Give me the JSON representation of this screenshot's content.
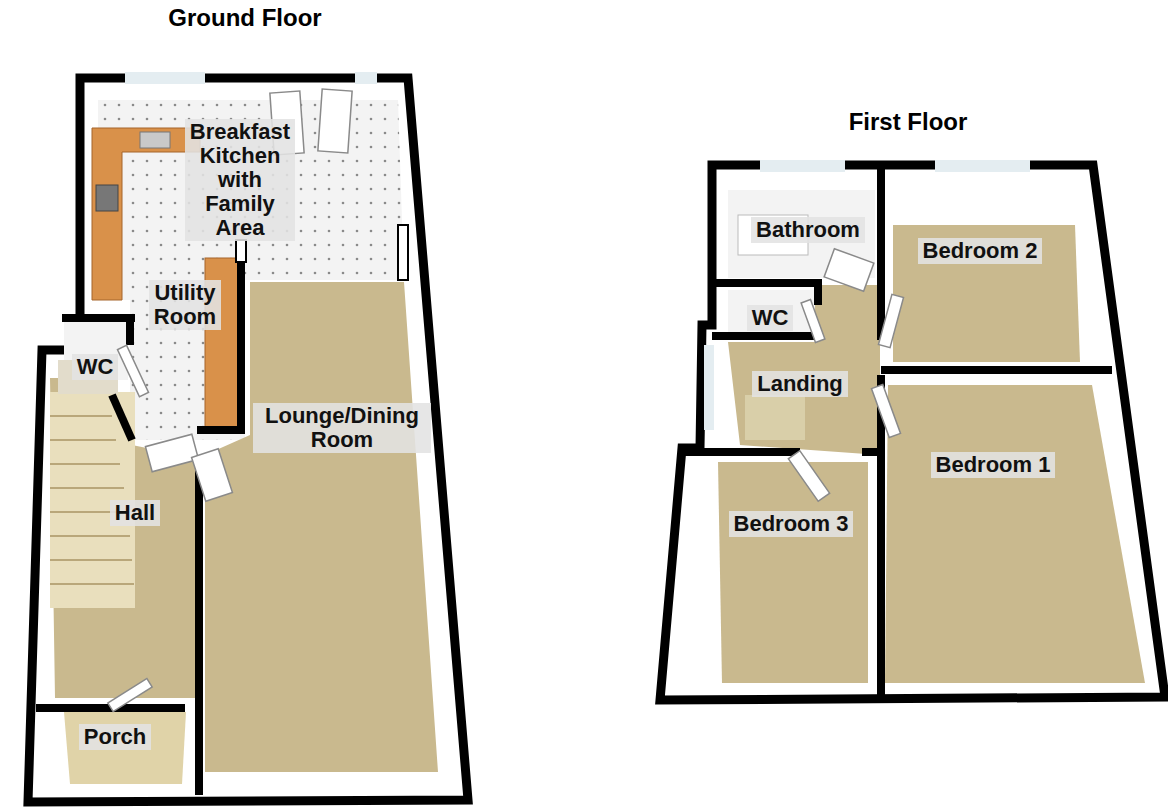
{
  "diagram": {
    "nodes": [
      {
        "text": [
          "Breakfast Kitchen with Family Area"
        ]
      },
      {
        "text": [
          "Utility Room"
        ]
      },
      {
        "text": [
          "WC"
        ]
      },
      {
        "text": [
          "Lounge/Dining Room"
        ]
      },
      {
        "text": [
          "Hall"
        ]
      },
      {
        "text": [
          "Porch"
        ]
      },
      {
        "text": [
          "Bathroom"
        ]
      },
      {
        "text": [
          "Bedroom 2"
        ]
      },
      {
        "text": [
          "WC"
        ]
      },
      {
        "text": [
          "Landing"
        ]
      },
      {
        "text": [
          "Bedroom 1"
        ]
      },
      {
        "text": [
          "Bedroom 3"
        ]
      }
    ],
    "labels": [
      "Ground Floor",
      "First Floor"
    ]
  }
}
